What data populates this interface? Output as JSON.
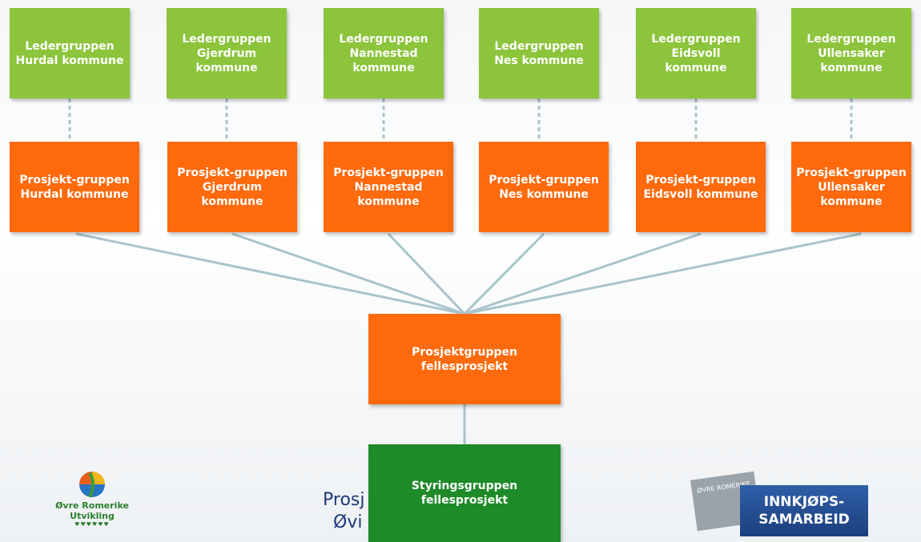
{
  "colors": {
    "leader_box": "#8cc43c",
    "project_box": "#ff6a0d",
    "steering_box": "#1e8a28",
    "connector": "#a9c4cc"
  },
  "leader_groups": [
    {
      "label": "Ledergruppen Hurdal kommune"
    },
    {
      "label": "Ledergruppen Gjerdrum kommune"
    },
    {
      "label": "Ledergruppen Nannestad kommune"
    },
    {
      "label": "Ledergruppen Nes kommune"
    },
    {
      "label": "Ledergruppen Eidsvoll kommune"
    },
    {
      "label": "Ledergruppen Ullensaker kommune"
    }
  ],
  "project_groups": [
    {
      "label": "Prosjekt-gruppen Hurdal kommune"
    },
    {
      "label": "Prosjekt-gruppen Gjerdrum kommune"
    },
    {
      "label": "Prosjekt-gruppen Nannestad kommune"
    },
    {
      "label": "Prosjekt-gruppen Nes kommune"
    },
    {
      "label": "Prosjekt-gruppen Eidsvoll kommune"
    },
    {
      "label": "Prosjekt-gruppen Ullensaker kommune"
    }
  ],
  "joint_project": {
    "label": "Prosjektgruppen fellesprosjekt"
  },
  "steering_group": {
    "label": "Styringsgruppen fellesprosjekt"
  },
  "background_text": {
    "line1": "Prosj",
    "line2": "Øvi"
  },
  "logo_left": {
    "name": "Øvre Romerike Utvikling",
    "icon": "ovre-romerike-utvikling-logo"
  },
  "logo_right": {
    "badge": "ØVRE ROMERIKE",
    "line1": "INNKJØPS-",
    "line2": "SAMARBEID",
    "icon": "innkjops-samarbeid-logo"
  }
}
